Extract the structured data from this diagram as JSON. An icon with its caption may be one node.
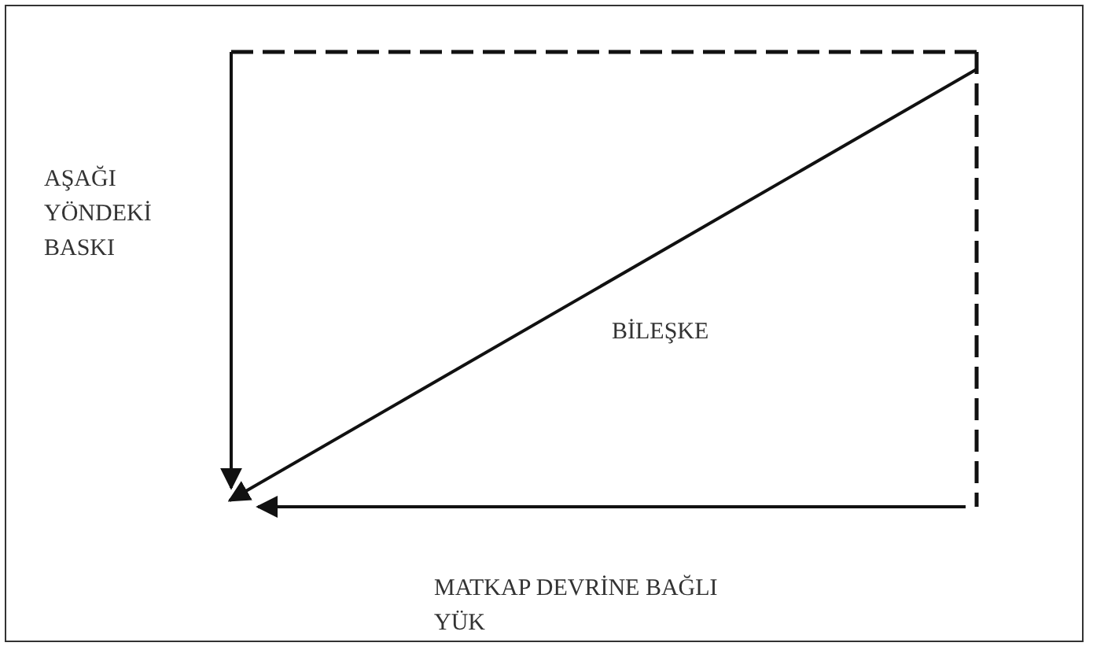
{
  "diagram": {
    "labels": [
      "AŞAĞI YÖNDEKİ BASKI",
      "BİLEŞKE",
      "MATKAP DEVRİNE BAĞLI YÜK"
    ]
  }
}
